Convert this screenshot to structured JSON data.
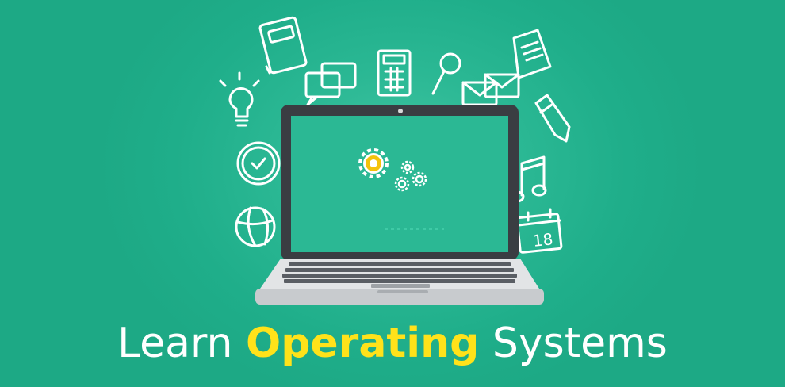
{
  "headline": {
    "part1": "Learn",
    "part2": "Operating",
    "part3": "Systems"
  },
  "calendar_icon": {
    "day": "18"
  },
  "colors": {
    "background": "#1fae8a",
    "highlight": "#ffe21a",
    "text": "#ffffff",
    "gear_yellow": "#f4c20d"
  },
  "icons": [
    "notebook-icon",
    "lightbulb-icon",
    "chat-icon",
    "calculator-icon",
    "magnifier-icon",
    "envelope-icon",
    "document-icon",
    "pencil-icon",
    "clock-icon",
    "music-note-icon",
    "basketball-icon",
    "calendar-icon",
    "gears-icon",
    "laptop"
  ]
}
